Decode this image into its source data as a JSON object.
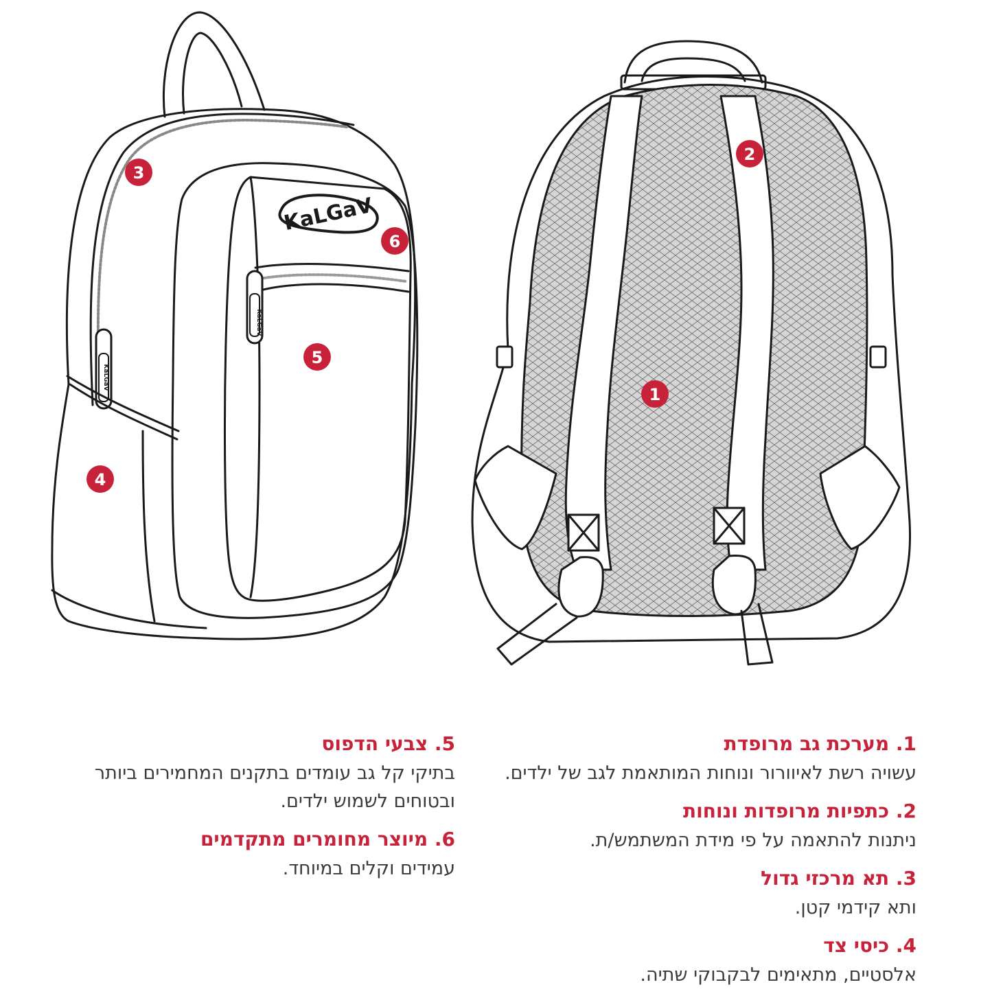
{
  "brand": {
    "logo_text": "KaLGaV",
    "zipper_tag_text": "KaLGaV"
  },
  "colors": {
    "accent": "#c8223a",
    "line": "#1a1a1a",
    "text": "#3a3a3a",
    "mesh_fill": "#c9c9c9"
  },
  "markers": [
    {
      "label": "1",
      "part": "back-panel"
    },
    {
      "label": "2",
      "part": "shoulder-strap"
    },
    {
      "label": "3",
      "part": "main-compartment"
    },
    {
      "label": "4",
      "part": "side-pocket"
    },
    {
      "label": "5",
      "part": "front-pocket"
    },
    {
      "label": "6",
      "part": "material"
    }
  ],
  "features": [
    {
      "title": "1. מערכת גב מרופדת",
      "desc": "עשויה רשת לאיוורור ונוחות המותאמת לגב של ילדים."
    },
    {
      "title": "2. כתפיות מרופדות ונוחות",
      "desc": "ניתנות להתאמה על פי מידת המשתמש/ת."
    },
    {
      "title": "3. תא מרכזי גדול",
      "desc": "ותא קידמי קטן."
    },
    {
      "title": "4. כיסי צד",
      "desc": "אלסטיים, מתאימים לבקבוקי שתיה."
    },
    {
      "title": "5. צבעי הדפוס",
      "desc": "בתיקי קל גב עומדים בתקנים המחמירים ביותר ובטוחים לשמוש ילדים."
    },
    {
      "title": "6. מיוצר מחומרים מתקדמים",
      "desc": "עמידים וקלים במיוחד."
    }
  ]
}
